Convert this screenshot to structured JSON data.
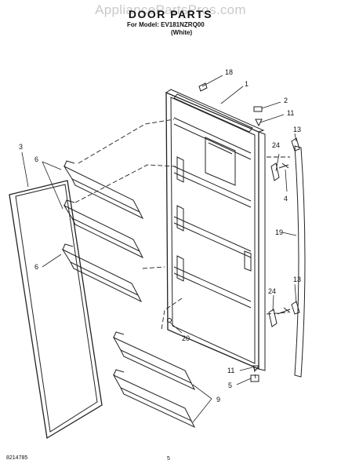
{
  "header": {
    "watermark": "AppliancePartsPros.com",
    "title": "DOOR PARTS",
    "model_line": "For Model: EV181NZRQ00",
    "color_line": "(White)"
  },
  "footer": {
    "doc_number": "8214785",
    "page_number": "5"
  },
  "callouts": [
    "18",
    "1",
    "2",
    "11",
    "13",
    "24",
    "3",
    "6",
    "4",
    "19",
    "6",
    "13",
    "24",
    "20",
    "11",
    "5",
    "9"
  ]
}
